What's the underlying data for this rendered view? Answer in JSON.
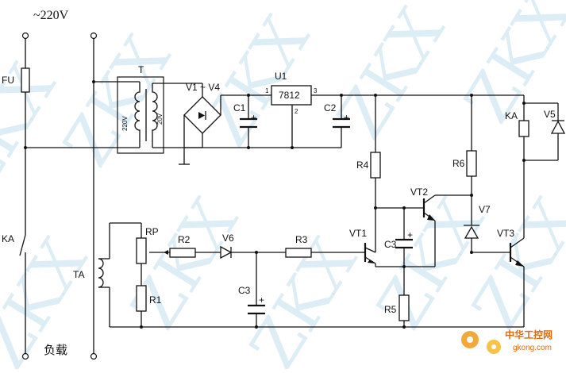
{
  "supply": "~220V",
  "labels": {
    "fu": "FU",
    "ka_left": "KA",
    "ta": "TA",
    "load": "负载",
    "t": "T",
    "t_primary": "220V",
    "t_secondary": "20V",
    "bridge": "V1 ~ V4",
    "c1": "C1",
    "u1": "U1",
    "u1_part": "7812",
    "u1_pin1": "1",
    "u1_pin2": "2",
    "u1_pin3": "3",
    "c2": "C2",
    "r4": "R4",
    "r6": "R6",
    "ka_coil": "KA",
    "v5": "V5",
    "vt2": "VT2",
    "v7": "V7",
    "rp": "RP",
    "r2": "R2",
    "v6": "V6",
    "r3": "R3",
    "vt1": "VT1",
    "c3_top": "C3",
    "vt3": "VT3",
    "r1": "R1",
    "c3_bottom": "C3",
    "r5": "R5",
    "plus": "+"
  },
  "watermark": {
    "text": "ZKX",
    "color": "#8fc4de"
  },
  "logo": {
    "top": "中华工控网",
    "bottom": "gkong.com",
    "color": "#e06a10"
  }
}
